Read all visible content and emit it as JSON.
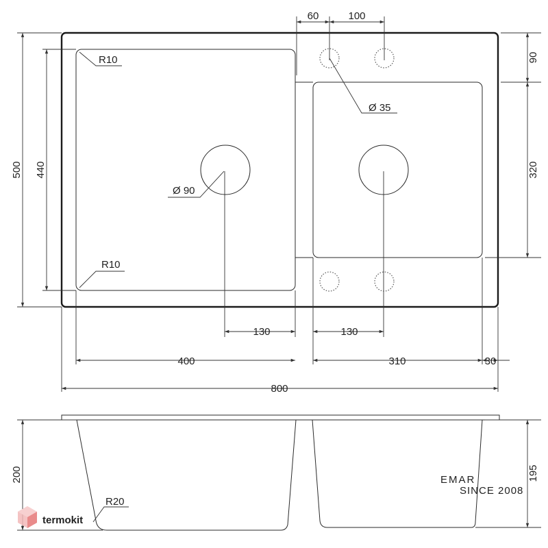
{
  "dimensions": {
    "top_60": "60",
    "top_100": "100",
    "right_90": "90",
    "right_320": "320",
    "left_500": "500",
    "left_440": "440",
    "bottom_130_left": "130",
    "bottom_130_right": "130",
    "bottom_400": "400",
    "bottom_310": "310",
    "bottom_30": "30",
    "overall_800": "800",
    "side_200": "200",
    "side_195": "195"
  },
  "labels": {
    "radius_top": "R10",
    "radius_bottom": "R10",
    "radius_profile": "R20",
    "tap_hole_diameter": "Ø 35",
    "drain_diameter": "Ø 90"
  },
  "branding": {
    "emar_logo": "EMAR",
    "emar_since": "SINCE 2008",
    "watermark": "termokit",
    "watermark_icon": "hexagon-cube-icon",
    "watermark_color": "#e05a5a"
  }
}
